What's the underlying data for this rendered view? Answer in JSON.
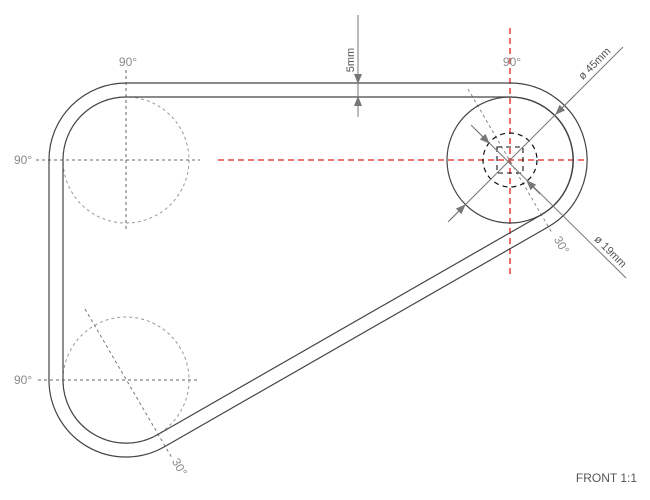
{
  "drawing": {
    "view_label": "FRONT 1:1",
    "dimensions": {
      "thickness": "5mm",
      "outer_diameter": "ø 45mm",
      "inner_diameter": "ø 19mm"
    },
    "angles": {
      "top_left": "90°",
      "top_right": "90°",
      "left_top": "90°",
      "left_bottom": "90°",
      "right_diag": "30°",
      "bottom_diag": "30°"
    },
    "colors": {
      "outline": "#444444",
      "construction": "#8a8a8a",
      "axis_red": "#e0201c",
      "dimension": "#777777"
    }
  }
}
